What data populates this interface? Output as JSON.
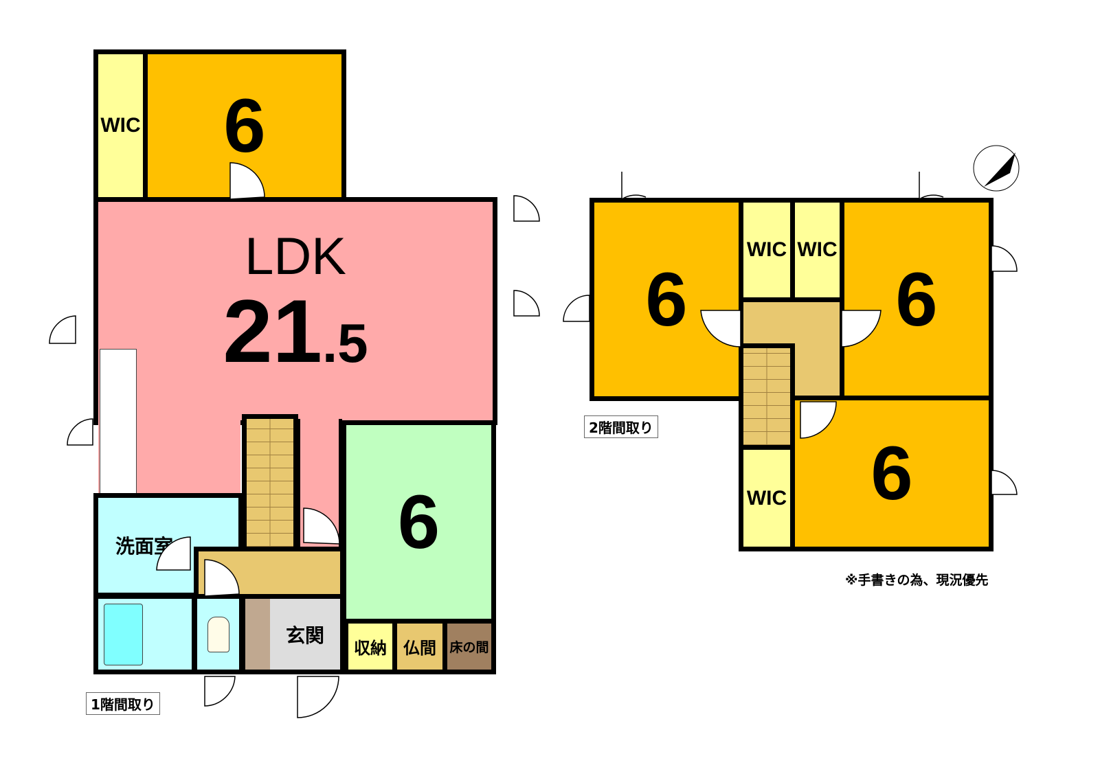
{
  "floor1": {
    "label": "1階間取り",
    "rooms": {
      "wic": "WIC",
      "bedroom_top": "6",
      "ldk_name": "LDK",
      "ldk_size": "21",
      "ldk_size_decimal": ".5",
      "bedroom_green": "6",
      "washroom": "洗面室",
      "entrance": "玄関",
      "storage": "収納",
      "butsuma": "仏間",
      "tokonoma": "床の間"
    }
  },
  "floor2": {
    "label": "2階間取り",
    "rooms": {
      "bedroom_left": "6",
      "wic_left": "WIC",
      "wic_right": "WIC",
      "bedroom_right": "6",
      "wic_bottom": "WIC",
      "bedroom_bottom": "6"
    }
  },
  "note": "※手書きの為、現況優先",
  "colors": {
    "bedroom": "#FFC000",
    "ldk": "#FFAAAA",
    "green": "#C0FFC0",
    "wic": "#FFFF99",
    "wet": "#C0FFFF",
    "hall": "#E8C870"
  }
}
